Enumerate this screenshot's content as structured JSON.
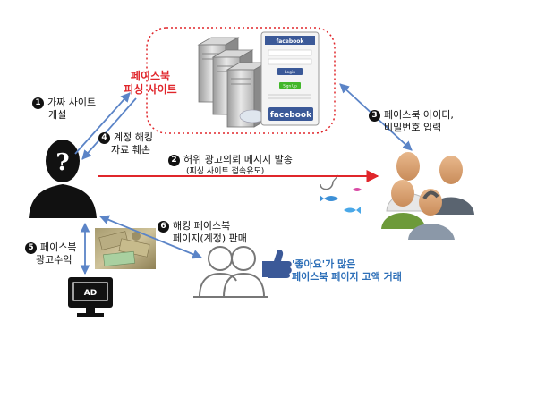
{
  "diagram": {
    "phishing_site_label": [
      "페이스북",
      "피싱 사이트"
    ],
    "step1": {
      "num": "1",
      "lines": [
        "가짜 사이트",
        "개설"
      ]
    },
    "step2": {
      "num": "2",
      "text": "허위 광고의뢰 메시지 발송",
      "sub": "(피싱 사이트 접속유도)"
    },
    "step3": {
      "num": "3",
      "lines": [
        "페이스북 아이디,",
        "비밀번호 입력"
      ]
    },
    "step4": {
      "num": "4",
      "lines": [
        "계정 해킹",
        "자료 훼손"
      ]
    },
    "step5": {
      "num": "5",
      "lines": [
        "페이스북",
        "광고수익"
      ]
    },
    "step6": {
      "num": "6",
      "lines": [
        "해킹 페이스북",
        "페이지(계정) 판매"
      ]
    },
    "like_caption": [
      "'좋아요'가 많은",
      "페이스북 페이지 고액 거래"
    ],
    "facebook_logo": "facebook",
    "ad_label": "AD",
    "hacker_symbol": "?",
    "phone_ui": {
      "header": "facebook",
      "login_button": "Login",
      "signup_button": "Sign Up"
    }
  },
  "colors": {
    "accent_red": "#e0262b",
    "arrow_blue": "#5b84c7",
    "caption_blue": "#2d6fb8",
    "facebook_blue": "#3b5998"
  }
}
